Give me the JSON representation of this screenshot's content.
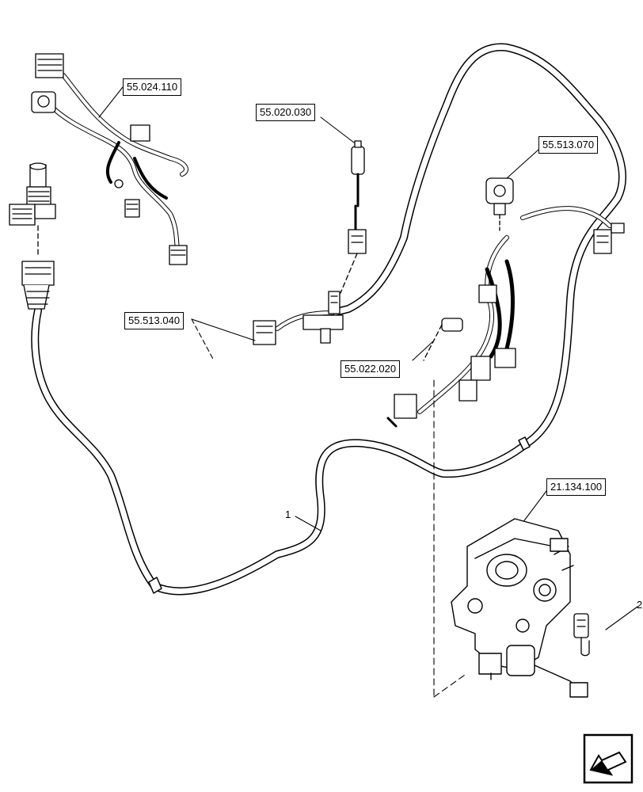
{
  "diagram": {
    "references": [
      {
        "id": "ref-55-024-110",
        "label": "55.024.110"
      },
      {
        "id": "ref-55-020-030",
        "label": "55.020.030"
      },
      {
        "id": "ref-55-513-070",
        "label": "55.513.070"
      },
      {
        "id": "ref-55-513-040",
        "label": "55.513.040"
      },
      {
        "id": "ref-55-022-020",
        "label": "55.022.020"
      },
      {
        "id": "ref-21-134-100",
        "label": "21.134.100"
      }
    ],
    "items": [
      {
        "id": "item-1",
        "label": "1"
      },
      {
        "id": "item-2",
        "label": "2"
      }
    ]
  },
  "navigation": {
    "icon": "previous-page-arrow-icon"
  }
}
